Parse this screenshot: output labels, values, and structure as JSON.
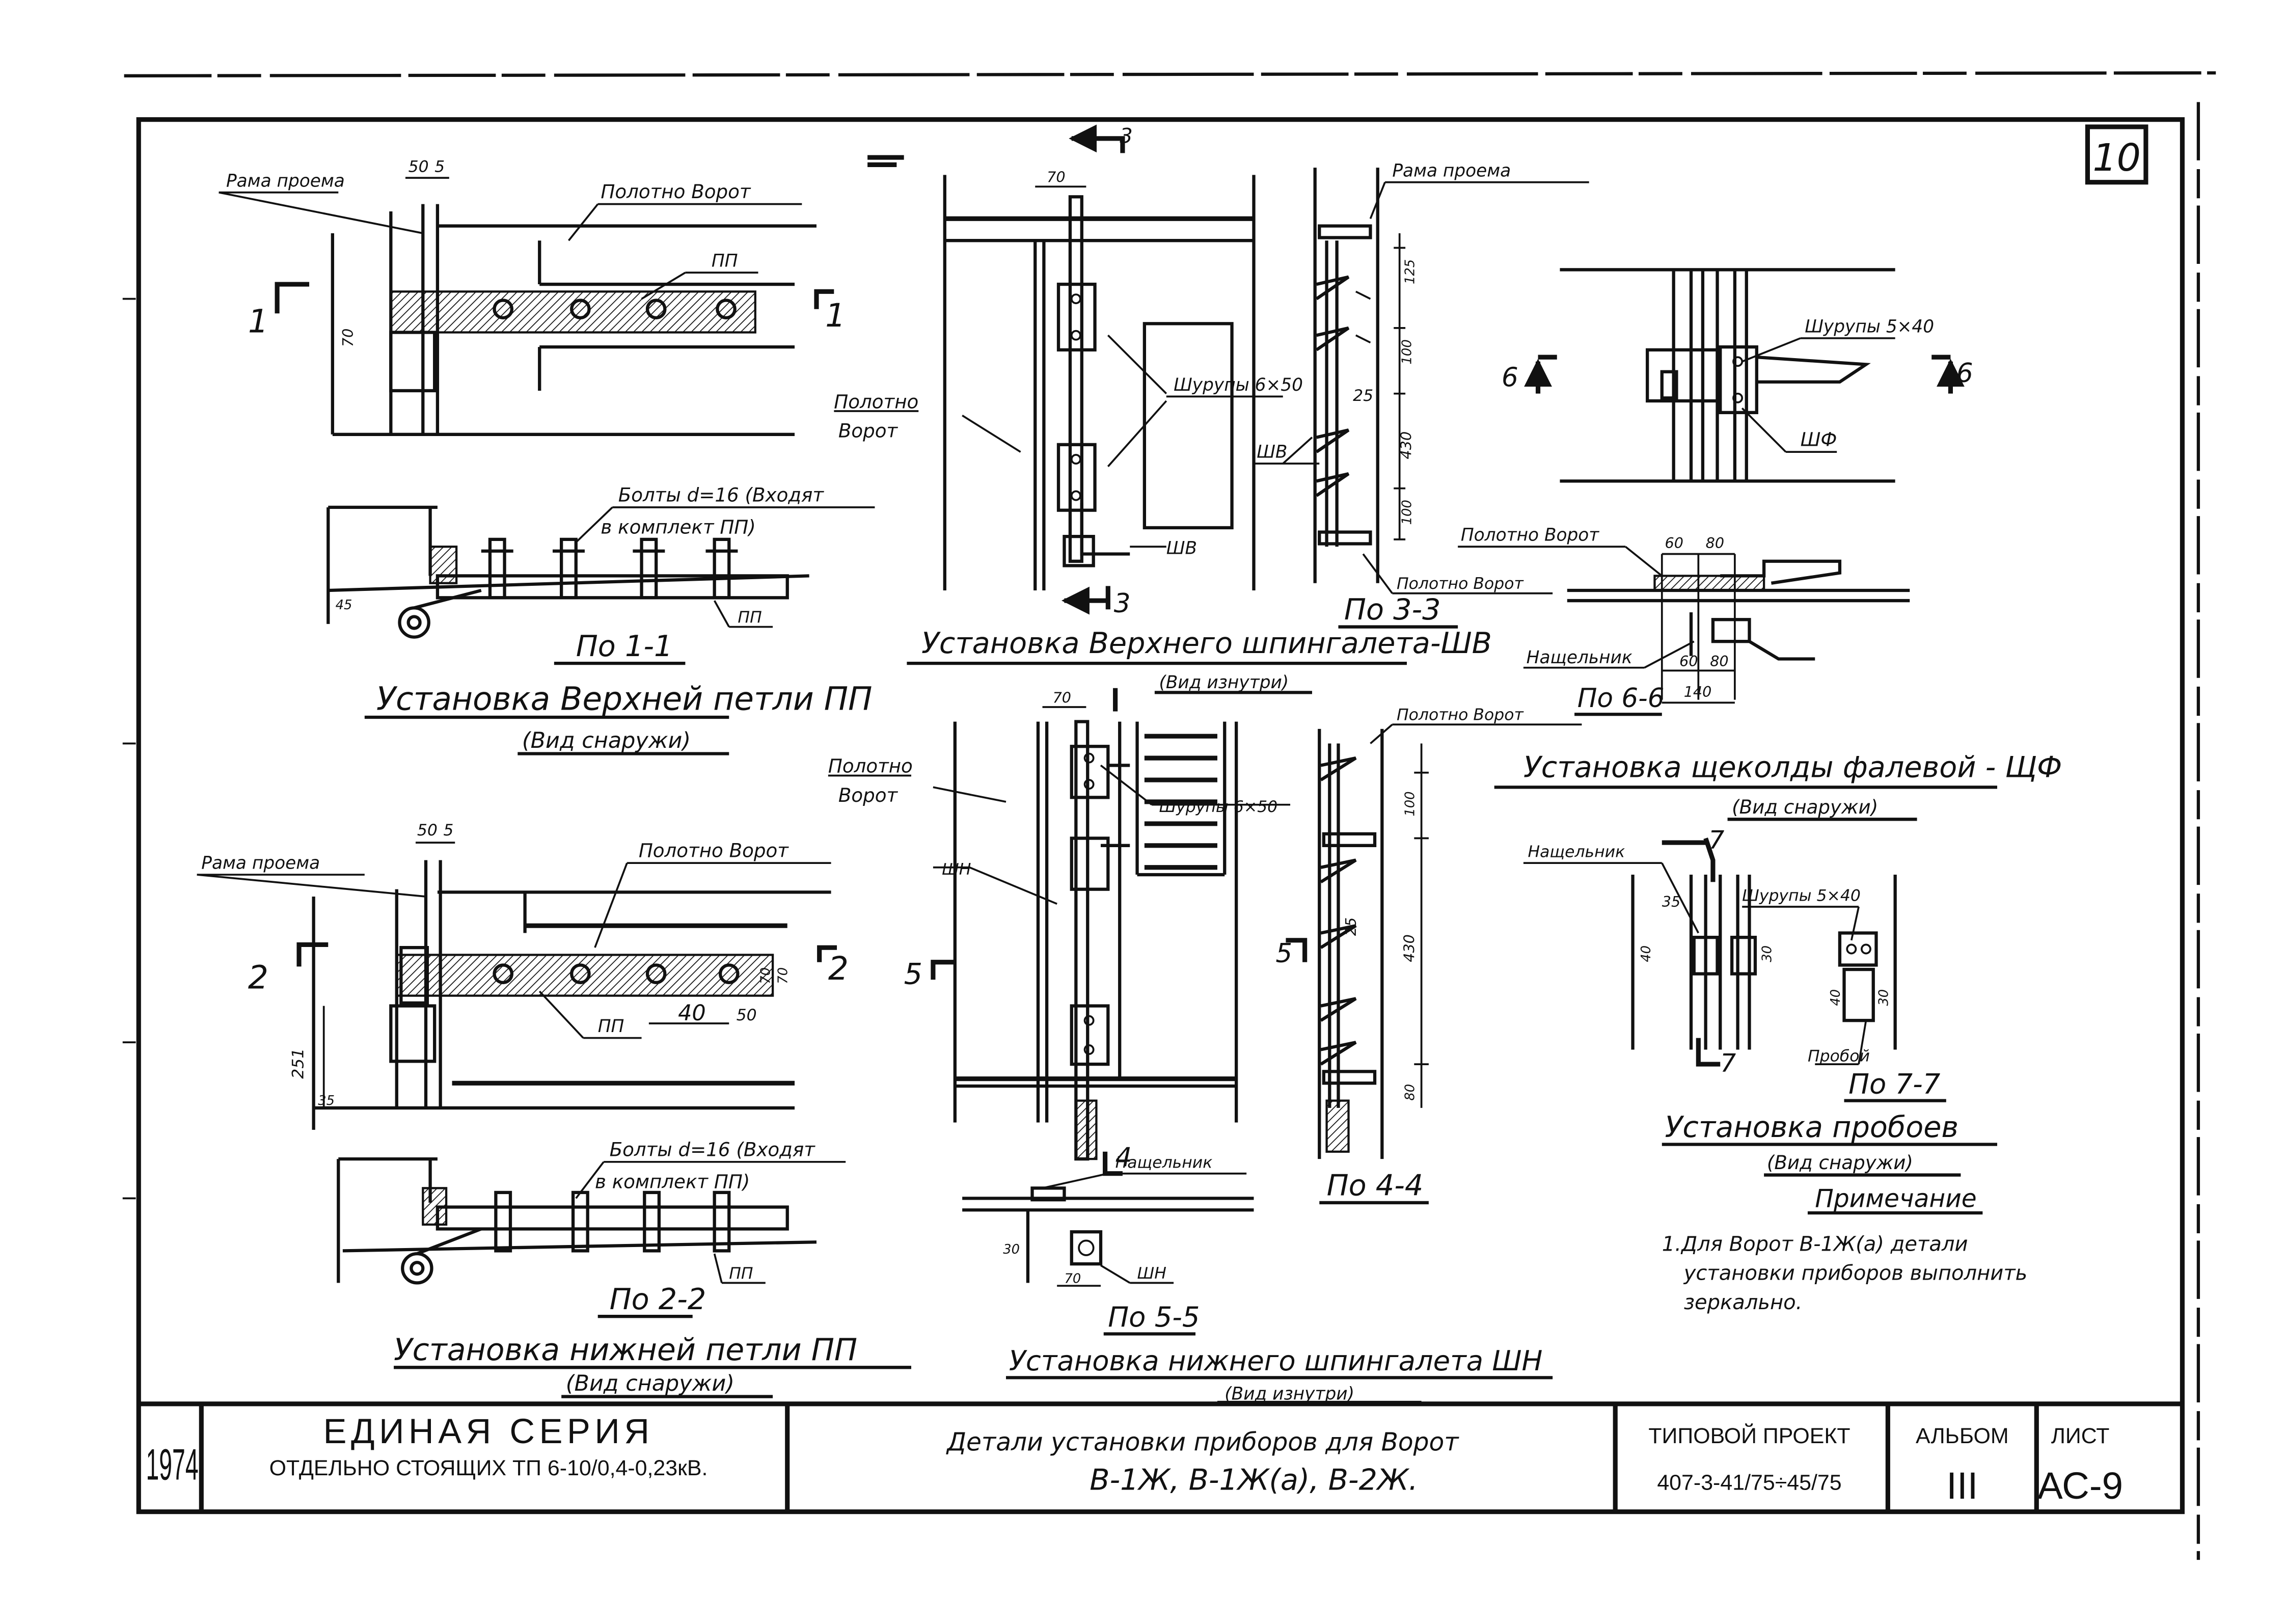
{
  "sheet_number": "10",
  "title_block": {
    "year": "1974",
    "series_title": "ЕДИНАЯ СЕРИЯ",
    "series_subtitle": "ОТДЕЛЬНО СТОЯЩИХ ТП 6-10/0,4-0,23кВ.",
    "description_line1": "Детали установки приборов для Ворот",
    "description_line2": "В-1Ж, В-1Ж(а), В-2Ж.",
    "project_label": "ТИПОВОЙ ПРОЕКТ",
    "project_number": "407-3-41/75÷45/75",
    "album_label": "АЛЬБОМ",
    "album_value": "III",
    "sheet_label": "ЛИСТ",
    "sheet_value": "АС-9"
  },
  "views": {
    "v1": {
      "frame_label": "Рама проема",
      "door_label": "Полотно Ворот",
      "hinge_label": "ПП",
      "dims": [
        "50",
        "5",
        "70"
      ],
      "section_marks": [
        "1",
        "1"
      ],
      "bolts_label_1": "Болты d=16 (Входят",
      "bolts_label_2": "в комплект ПП)",
      "section_hinge_label": "ПП",
      "section_dim": "45",
      "section_title": "По 1-1",
      "caption": "Установка Верхней петли ПП",
      "caption_sub": "(Вид снаружи)"
    },
    "v2": {
      "frame_label": "Рама проема",
      "door_label": "Полотно Ворот",
      "hinge_label": "ПП",
      "dims": [
        "50",
        "5",
        "40",
        "50",
        "70",
        "70",
        "251",
        "35"
      ],
      "section_marks": [
        "2",
        "2"
      ],
      "bolts_label_1": "Болты d=16 (Входят",
      "bolts_label_2": "в комплект ПП)",
      "section_hinge_label": "ПП",
      "section_title": "По 2-2",
      "caption": "Установка нижней петли ПП",
      "caption_sub": "(Вид снаружи)"
    },
    "v3": {
      "door_label_1": "Полотно",
      "door_label_2": "Ворот",
      "screws_label": "Шурупы 6×50",
      "bolt_label": "ШВ",
      "dim": "70",
      "section_marks": [
        "3",
        "3"
      ],
      "caption": "Установка Верхнего шпингалета-ШВ",
      "caption_sub": "(Вид изнутри)"
    },
    "v33": {
      "frame_label": "Рама проема",
      "bolt_label": "ШВ",
      "door_label": "Полотно Ворот",
      "dims": [
        "125",
        "100",
        "25",
        "430",
        "100"
      ],
      "section_title": "По 3-3"
    },
    "v6": {
      "screws_label": "Шурупы 5×40",
      "latch_label": "ШФ",
      "section_marks": [
        "6",
        "6"
      ]
    },
    "v66": {
      "door_label": "Полотно Ворот",
      "strike_label": "Нащельник",
      "dims": [
        "60",
        "80",
        "60",
        "80",
        "140"
      ],
      "section_title": "По 6-6",
      "caption": "Установка щеколды фалевой - ЩФ",
      "caption_sub": "(Вид снаружи)"
    },
    "v4": {
      "door_label_1": "Полотно",
      "door_label_2": "Ворот",
      "screws_label": "Шурупы 6×50",
      "bolt_label": "ШН",
      "dim": "70",
      "section_marks": [
        "4",
        "5"
      ]
    },
    "v44": {
      "door_label": "Полотно Ворот",
      "dims": [
        "100",
        "25",
        "430",
        "80"
      ],
      "section_mark": "5",
      "section_title": "По 4-4"
    },
    "v55": {
      "strike_label": "Нащельник",
      "bolt_label": "ШН",
      "dims": [
        "30",
        "70"
      ],
      "section_title": "По 5-5",
      "caption": "Установка нижнего шпингалета ШН",
      "caption_sub": "(Вид изнутри)"
    },
    "v7": {
      "strike_label": "Нащельник",
      "screws_label": "Шурупы 5×40",
      "device_label": "Пробой",
      "dims": [
        "35",
        "40",
        "30",
        "40",
        "30"
      ],
      "section_marks": [
        "7",
        "7"
      ],
      "section_title": "По 7-7",
      "caption": "Установка пробоев",
      "caption_sub": "(Вид снаружи)"
    }
  },
  "note": {
    "title": "Примечание",
    "line1": "1.Для Ворот В-1Ж(а) детали",
    "line2": "установки приборов выполнить",
    "line3": "зеркально."
  }
}
